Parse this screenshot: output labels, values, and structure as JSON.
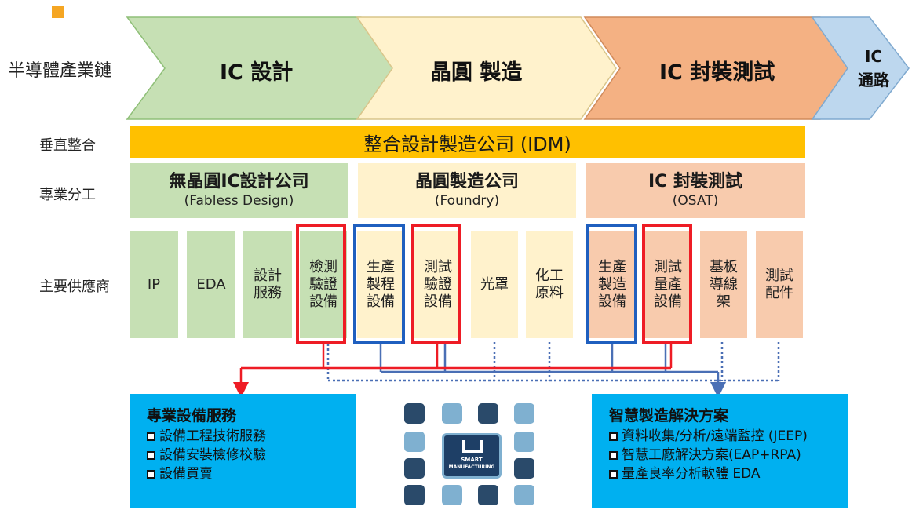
{
  "chain": {
    "row_label": "半導體產業鏈",
    "stages": [
      {
        "label": "IC 設計",
        "color": "#c6e0b4"
      },
      {
        "label": "晶圓 製造",
        "color": "#fff2cc"
      },
      {
        "label": "IC 封裝測試",
        "color": "#f4b183"
      },
      {
        "label_line1": "IC",
        "label_line2": "通路",
        "color": "#bdd7ee"
      }
    ]
  },
  "rows": {
    "vertical": "垂直整合",
    "division": "專業分工",
    "suppliers": "主要供應商"
  },
  "idm": {
    "label": "整合設計製造公司 (IDM)",
    "color": "#ffc000"
  },
  "division": [
    {
      "title": "無晶圓IC設計公司",
      "sub": "(Fabless Design)"
    },
    {
      "title": "晶圓製造公司",
      "sub": "(Foundry)"
    },
    {
      "title": "IC 封裝測試",
      "sub": "(OSAT)"
    }
  ],
  "suppliers": [
    {
      "label": "IP"
    },
    {
      "label": "EDA"
    },
    {
      "label": "設計\n服務"
    },
    {
      "label": "檢測\n驗證\n設備"
    },
    {
      "label": "生產\n製程\n設備"
    },
    {
      "label": "測試\n驗證\n設備"
    },
    {
      "label": "光罩"
    },
    {
      "label": "化工\n原料"
    },
    {
      "label": "生產\n製造\n設備"
    },
    {
      "label": "測試\n量產\n設備"
    },
    {
      "label": "基板\n導線\n架"
    },
    {
      "label": "測試\n配件"
    }
  ],
  "left_panel": {
    "title": "專業設備服務",
    "items": [
      "設備工程技術服務",
      "設備安裝檢修校驗",
      "設備買賣"
    ]
  },
  "right_panel": {
    "title": "智慧製造解決方案",
    "items": [
      "資料收集/分析/遠端監控 (JEEP)",
      "智慧工廠解決方案(EAP+RPA)",
      "量產良率分析軟體 EDA"
    ]
  },
  "center_graphic": {
    "line1": "SMART",
    "line2": "MANUFACTURING"
  },
  "colors": {
    "red": "#ee1c25",
    "blue": "#1f5fbf",
    "panel": "#00b0f0",
    "accent": "#f5a623"
  }
}
